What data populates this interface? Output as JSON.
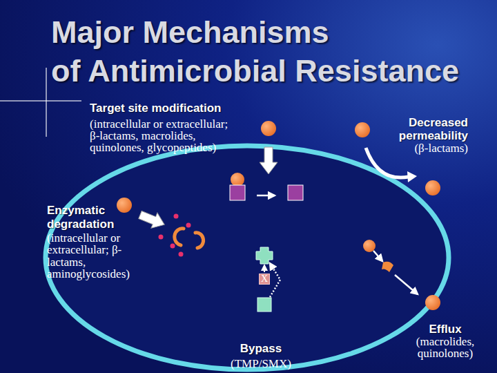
{
  "diagram": {
    "title": "Major Mechanisms of Antimicrobial Resistance",
    "nodes": [
      {
        "text": [
          "X"
        ]
      }
    ],
    "labels": [
      "Target site modification",
      "(intracellular or extracellular; β-lactams, macrolides, quinolones, glycopeptides)",
      "Decreased permeability",
      "(β-lactams)",
      "Enzymatic degradation",
      "(intracellular or extracellular; β-lactams, aminoglycosides)",
      "Bypass",
      "(TMP/SMX)",
      "Efflux",
      "(macrolides, quinolones)"
    ]
  }
}
